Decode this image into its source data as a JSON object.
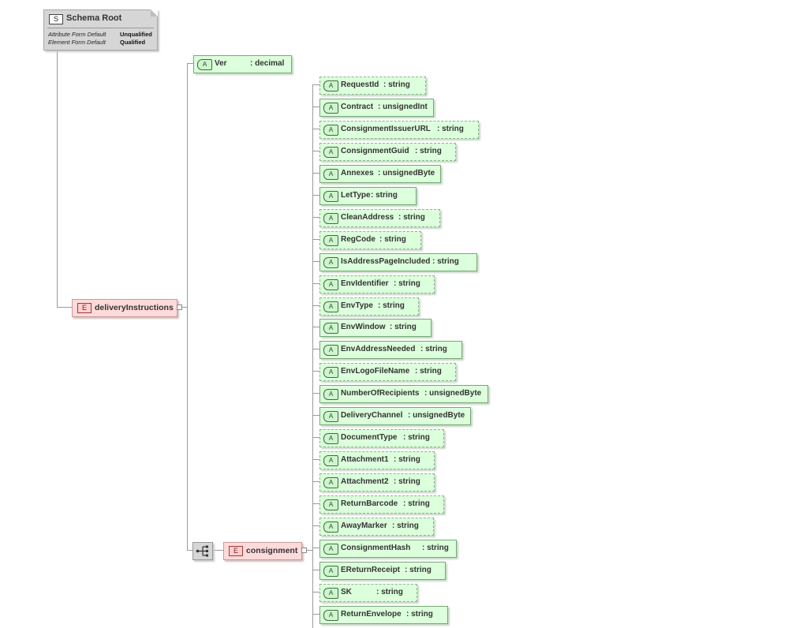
{
  "schema_root": {
    "badge": "S",
    "title": "Schema Root",
    "properties": [
      {
        "label": "Attribute Form Default",
        "value": "Unqualified"
      },
      {
        "label": "Element Form Default",
        "value": "Qualified"
      }
    ]
  },
  "root_element": {
    "badge": "E",
    "name": "deliveryInstructions"
  },
  "ver_attribute": {
    "badge": "A",
    "name": "Ver",
    "type": ": decimal"
  },
  "consignment": {
    "badge": "E",
    "name": "consignment",
    "compositor": "sequence-icon"
  },
  "attributes": [
    {
      "badge": "A",
      "name": "RequestId",
      "type": ": string",
      "optional": true
    },
    {
      "badge": "A",
      "name": "Contract",
      "type": ": unsignedInt",
      "optional": false
    },
    {
      "badge": "A",
      "name": "ConsignmentIssuerURL",
      "type": ": string",
      "optional": true
    },
    {
      "badge": "A",
      "name": "ConsignmentGuid",
      "type": ": string",
      "optional": true
    },
    {
      "badge": "A",
      "name": "Annexes",
      "type": ": unsignedByte",
      "optional": false
    },
    {
      "badge": "A",
      "name": "LetType",
      "type": ": string",
      "optional": false
    },
    {
      "badge": "A",
      "name": "CleanAddress",
      "type": ": string",
      "optional": true
    },
    {
      "badge": "A",
      "name": "RegCode",
      "type": ": string",
      "optional": true
    },
    {
      "badge": "A",
      "name": "IsAddressPageIncluded",
      "type": ": string",
      "optional": false
    },
    {
      "badge": "A",
      "name": "EnvIdentifier",
      "type": ": string",
      "optional": true
    },
    {
      "badge": "A",
      "name": "EnvType",
      "type": ": string",
      "optional": true
    },
    {
      "badge": "A",
      "name": "EnvWindow",
      "type": ": string",
      "optional": false
    },
    {
      "badge": "A",
      "name": "EnvAddressNeeded",
      "type": ": string",
      "optional": false
    },
    {
      "badge": "A",
      "name": "EnvLogoFileName",
      "type": ": string",
      "optional": true
    },
    {
      "badge": "A",
      "name": "NumberOfRecipients",
      "type": ": unsignedByte",
      "optional": false
    },
    {
      "badge": "A",
      "name": "DeliveryChannel",
      "type": ": unsignedByte",
      "optional": false
    },
    {
      "badge": "A",
      "name": "DocumentType",
      "type": ": string",
      "optional": true
    },
    {
      "badge": "A",
      "name": "Attachment1",
      "type": ": string",
      "optional": true
    },
    {
      "badge": "A",
      "name": "Attachment2",
      "type": ": string",
      "optional": true
    },
    {
      "badge": "A",
      "name": "ReturnBarcode",
      "type": ": string",
      "optional": true
    },
    {
      "badge": "A",
      "name": "AwayMarker",
      "type": ": string",
      "optional": true
    },
    {
      "badge": "A",
      "name": "ConsignmentHash",
      "type": ": string",
      "optional": false
    },
    {
      "badge": "A",
      "name": "EReturnReceipt",
      "type": ": string",
      "optional": false
    },
    {
      "badge": "A",
      "name": "SK",
      "type": ": string",
      "optional": true
    },
    {
      "badge": "A",
      "name": "ReturnEnvelope",
      "type": ": string",
      "optional": false
    }
  ]
}
